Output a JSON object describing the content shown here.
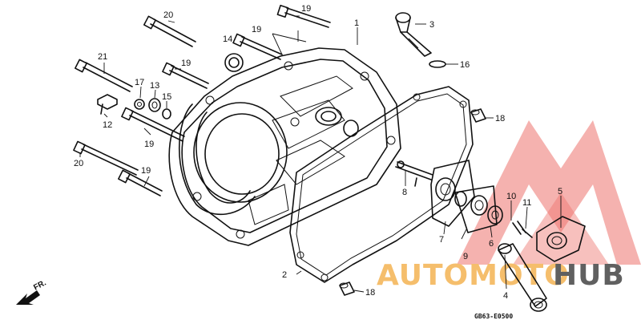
{
  "diagram": {
    "callouts": [
      {
        "id": "c1",
        "text": "1"
      },
      {
        "id": "c2",
        "text": "2"
      },
      {
        "id": "c3",
        "text": "3"
      },
      {
        "id": "c4",
        "text": "4"
      },
      {
        "id": "c5",
        "text": "5"
      },
      {
        "id": "c6",
        "text": "6"
      },
      {
        "id": "c7",
        "text": "7"
      },
      {
        "id": "c8",
        "text": "8"
      },
      {
        "id": "c9",
        "text": "9"
      },
      {
        "id": "c10",
        "text": "10"
      },
      {
        "id": "c11",
        "text": "11"
      },
      {
        "id": "c12",
        "text": "12"
      },
      {
        "id": "c13",
        "text": "13"
      },
      {
        "id": "c14",
        "text": "14"
      },
      {
        "id": "c15",
        "text": "15"
      },
      {
        "id": "c16",
        "text": "16"
      },
      {
        "id": "c17",
        "text": "17"
      },
      {
        "id": "c18a",
        "text": "18"
      },
      {
        "id": "c18b",
        "text": "18"
      },
      {
        "id": "c19a",
        "text": "19"
      },
      {
        "id": "c19b",
        "text": "19"
      },
      {
        "id": "c19c",
        "text": "19"
      },
      {
        "id": "c19d",
        "text": "19"
      },
      {
        "id": "c19e",
        "text": "19"
      },
      {
        "id": "c20a",
        "text": "20"
      },
      {
        "id": "c20b",
        "text": "20"
      },
      {
        "id": "c21",
        "text": "21"
      }
    ],
    "direction_label": "FR.",
    "diagram_code": "GB63-E0500"
  },
  "watermark": {
    "brand_part1": "AUTOMOTO",
    "brand_part2": "HUB",
    "color_red": "#e8453c",
    "color_orange": "#f2a93b",
    "color_dark": "#2b2b2b"
  }
}
